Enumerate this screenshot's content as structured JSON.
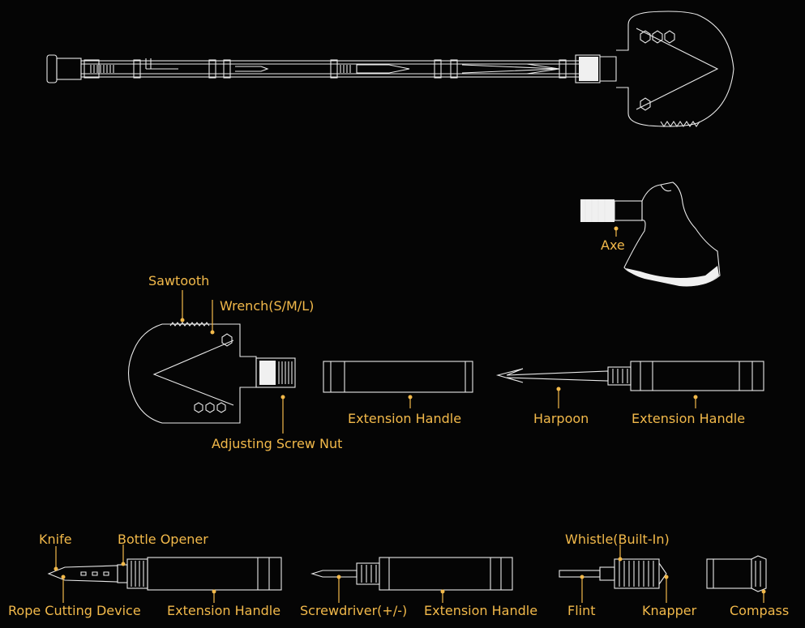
{
  "colors": {
    "background": "#050505",
    "label": "#f2b94a",
    "line": "#e9e9e9"
  },
  "labels": {
    "axe": "Axe",
    "sawtooth": "Sawtooth",
    "wrench": "Wrench(S/M/L)",
    "adjusting_screw_nut": "Adjusting Screw Nut",
    "extension_handle_mid": "Extension Handle",
    "harpoon": "Harpoon",
    "extension_handle_right": "Extension Handle",
    "knife": "Knife",
    "bottle_opener": "Bottle Opener",
    "rope_cutting_device": "Rope Cutting Device",
    "extension_handle_bl": "Extension Handle",
    "screwdriver": "Screwdriver(+/-)",
    "extension_handle_bm": "Extension Handle",
    "whistle": "Whistle(Built-In)",
    "flint": "Flint",
    "knapper": "Knapper",
    "compass": "Compass"
  }
}
